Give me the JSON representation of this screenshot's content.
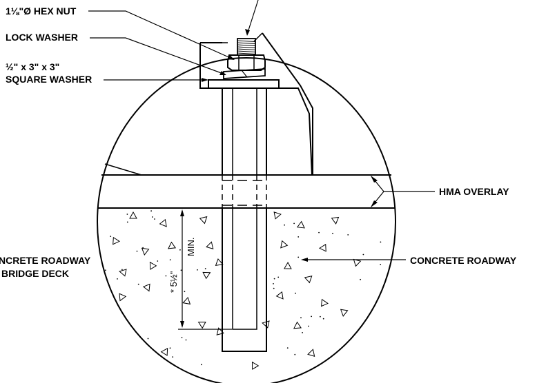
{
  "labels": {
    "hex_nut": "1⅛\"Ø HEX NUT",
    "lock_washer": "LOCK WASHER",
    "square_washer_size": "½\" x 3\" x 3\"",
    "square_washer": "SQUARE WASHER",
    "hma_overlay": "HMA OVERLAY",
    "concrete_roadway_right": "CONCRETE ROADWAY",
    "concrete_roadway_left": "NCRETE ROADWAY",
    "bridge_deck_left": "BRIDGE DECK"
  },
  "dimension": {
    "embed_value": "* 5½\"",
    "embed_note": "MIN."
  }
}
